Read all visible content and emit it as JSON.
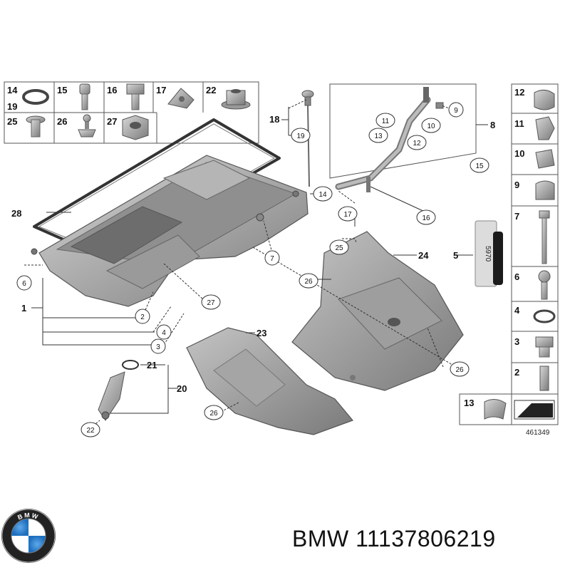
{
  "callouts": {
    "c1": "1",
    "c2": "2",
    "c3": "3",
    "c4": "4",
    "c6": "6",
    "c7": "7",
    "c8": "8",
    "c9": "9",
    "c10": "10",
    "c11": "11",
    "c12": "12",
    "c13": "13",
    "c14": "14",
    "c15": "15",
    "c16": "16",
    "c17": "17",
    "c18": "18",
    "c19": "19",
    "c20": "20",
    "c21": "21",
    "c22": "22",
    "c23": "23",
    "c24": "24",
    "c25": "25",
    "c5": "5",
    "c26a": "26",
    "c26b": "26",
    "c26c": "26",
    "c27": "27",
    "c28": "28"
  },
  "parts_grid": {
    "p14": "14",
    "p19": "19",
    "p15": "15",
    "p16": "16",
    "p17": "17",
    "p22": "22",
    "p25": "25",
    "p26": "26",
    "p27": "27"
  },
  "right_column": {
    "r12": "12",
    "r11": "11",
    "r10": "10",
    "r9": "9",
    "r7": "7",
    "r6": "6",
    "r4": "4",
    "r3": "3",
    "r2": "2",
    "r13": "13"
  },
  "sealant_label": "5970",
  "reference_number": "461349",
  "brand": "BMW",
  "part_number": "11137806219",
  "logo_text": "BMW"
}
